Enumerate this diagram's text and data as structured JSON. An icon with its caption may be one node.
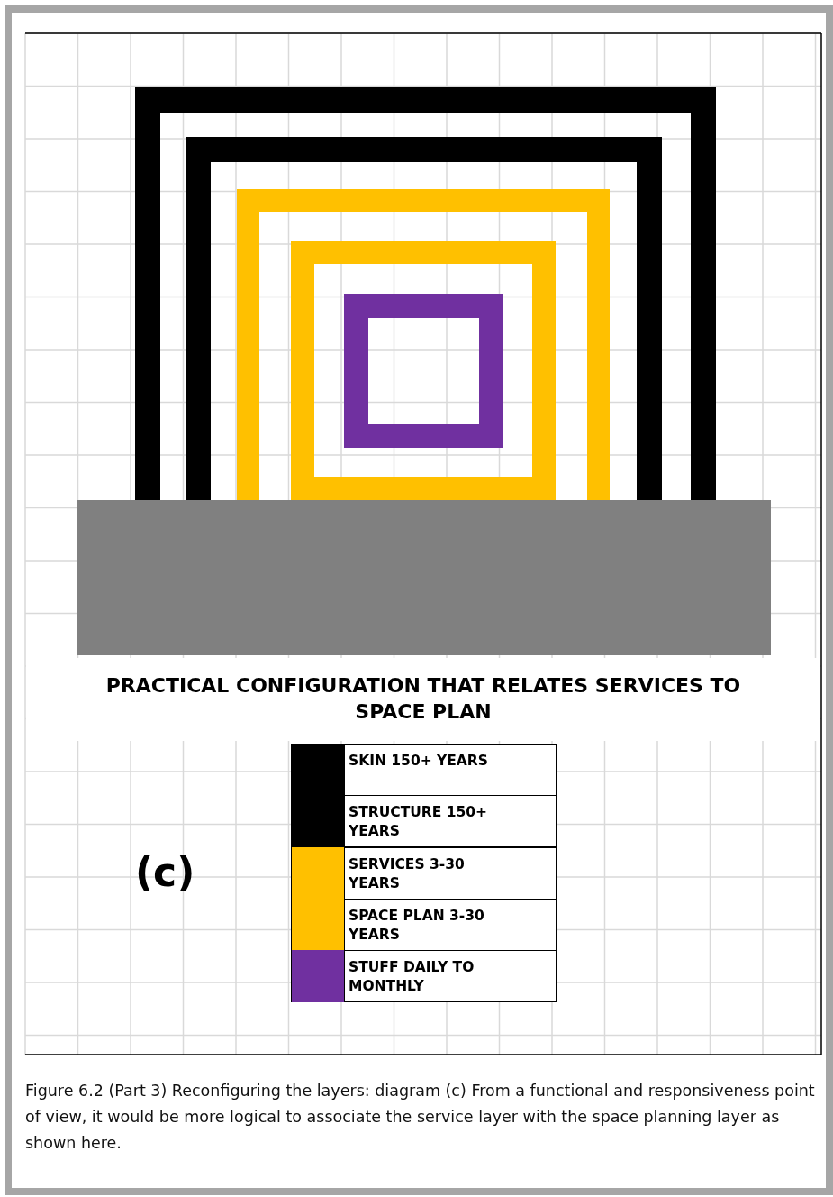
{
  "diagram": {
    "title": "PRACTICAL CONFIGURATION THAT RELATES SERVICES TO SPACE PLAN",
    "caption": "Figure 6.2 (Part 3) Reconfiguring the layers: diagram (c) From a functional and responsiveness point of view, it would be more logical to associate the service layer with the space planning layer as shown here.",
    "labels": [
      "(c)"
    ],
    "legend": [
      {
        "text": "SKIN 150+ YEARS",
        "color": "#000000"
      },
      {
        "text": "STRUCTURE 150+ YEARS",
        "color": "#000000"
      },
      {
        "text": "SERVICES 3-30 YEARS",
        "color": "#ffc000"
      },
      {
        "text": "SPACE PLAN 3-30 YEARS",
        "color": "#ffc000"
      },
      {
        "text": "STUFF DAILY TO MONTHLY",
        "color": "#7030a0"
      }
    ]
  }
}
